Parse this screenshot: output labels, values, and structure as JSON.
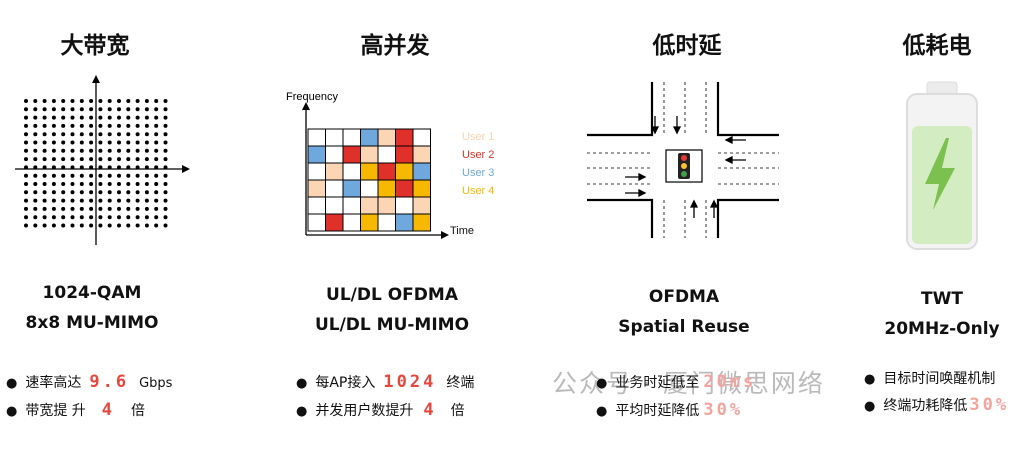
{
  "columns": [
    {
      "title": "大带宽",
      "specs": [
        "1024-QAM",
        "8x8 MU-MIMO"
      ],
      "bullets": [
        {
          "pre": "速率高达",
          "value": "9.6",
          "post": "Gbps"
        },
        {
          "pre": "带宽提 升",
          "value": "4",
          "post": "倍"
        }
      ]
    },
    {
      "title": "高并发",
      "specs": [
        "UL/DL OFDMA",
        "UL/DL MU-MIMO"
      ],
      "bullets": [
        {
          "pre": "每AP接入",
          "value": "1024",
          "post": "终端"
        },
        {
          "pre": "并发用户数提升",
          "value": "4",
          "post": "倍"
        }
      ]
    },
    {
      "title": "低时延",
      "specs": [
        "OFDMA",
        "Spatial Reuse"
      ],
      "bullets": [
        {
          "pre": "业务时延低至",
          "value": "20ms",
          "post": ""
        },
        {
          "pre": "平均时延降低",
          "value": "30%",
          "post": ""
        }
      ]
    },
    {
      "title": "低耗电",
      "specs": [
        "TWT",
        "20MHz-Only"
      ],
      "bullets": [
        {
          "pre": "目标时间唤醒机制",
          "value": "",
          "post": ""
        },
        {
          "pre": "终端功耗降低",
          "value": "30%",
          "post": ""
        }
      ]
    }
  ],
  "ofdma_grid": {
    "y_label": "Frequency",
    "x_label": "Time",
    "legend": [
      {
        "label": "User 1",
        "color": "#fcd5b4"
      },
      {
        "label": "User 2",
        "color": "#e0302a"
      },
      {
        "label": "User 3",
        "color": "#6fa8dc"
      },
      {
        "label": "User 4",
        "color": "#f6b800"
      }
    ],
    "cells": [
      [
        0,
        0,
        0,
        3,
        1,
        2,
        0
      ],
      [
        3,
        0,
        2,
        1,
        0,
        2,
        1
      ],
      [
        0,
        1,
        0,
        4,
        2,
        4,
        3
      ],
      [
        1,
        0,
        3,
        0,
        4,
        2,
        4
      ],
      [
        0,
        0,
        0,
        1,
        1,
        0,
        1
      ],
      [
        0,
        2,
        0,
        4,
        0,
        3,
        4
      ]
    ]
  },
  "watermark": "公众号 · 厦门微思网络"
}
